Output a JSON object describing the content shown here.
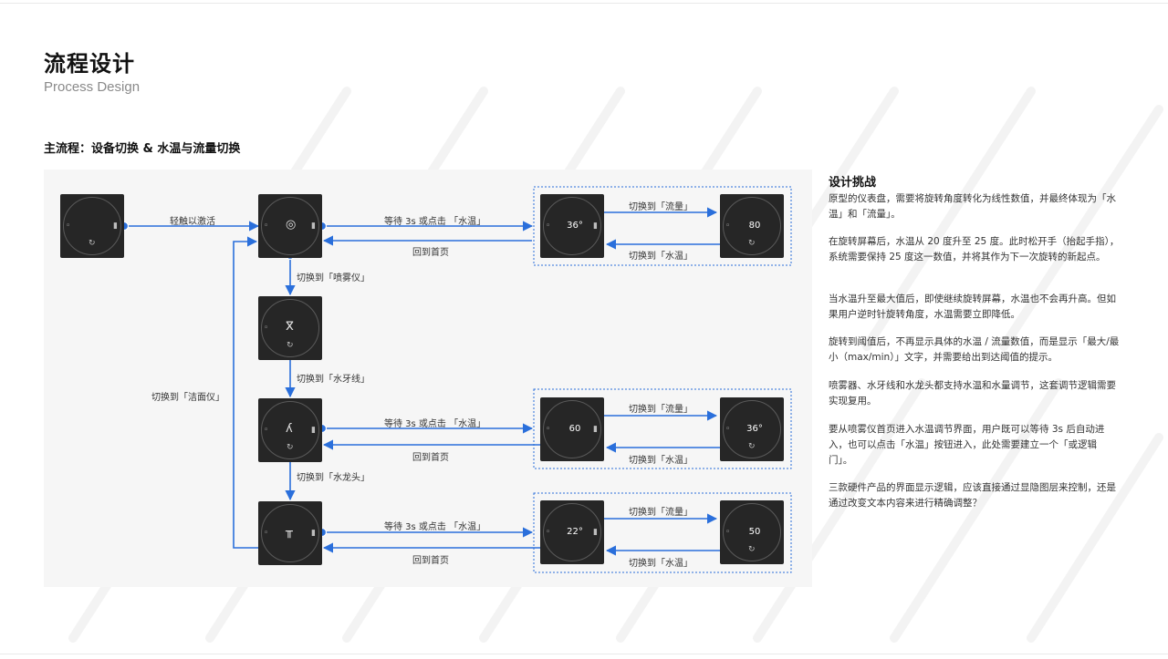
{
  "header": {
    "title": "流程设计",
    "subtitle": "Process Design"
  },
  "section_title": "主流程：设备切换 & 水温与流量切换",
  "labels": {
    "tap_activate": "轻触以激活",
    "wait_or_tap_temp": "等待 3s 或点击 「水温」",
    "back_home": "回到首页",
    "to_flow": "切换到「流量」",
    "to_temp": "切换到「水温」",
    "to_sprayer": "切换到「喷雾仪」",
    "to_water_floss": "切换到「水牙线」",
    "to_faucet": "切换到「水龙头」",
    "to_cleanser": "切换到「洁面仪」"
  },
  "readings": {
    "r1_temp": "36°",
    "r1_flow": "80",
    "r2_temp": "60",
    "r2_flow": "36°",
    "r3_temp": "22°",
    "r3_flow": "50"
  },
  "panel": {
    "title": "设计挑战",
    "paragraphs": [
      "原型的仪表盘，需要将旋转角度转化为线性数值，并最终体现为「水温」和「流量」。",
      "在旋转屏幕后，水温从 20 度升至 25 度。此时松开手（抬起手指），系统需要保持 25 度这一数值，并将其作为下一次旋转的新起点。",
      "当水温升至最大值后，即使继续旋转屏幕，水温也不会再升高。但如果用户逆时针旋转角度，水温需要立即降低。",
      "旋转到阈值后，不再显示具体的水温 / 流量数值，而是显示「最大/最小（max/min）」文字，并需要给出到达阈值的提示。",
      "喷雾器、水牙线和水龙头都支持水温和水量调节，这套调节逻辑需要实现复用。",
      "要从喷雾仪首页进入水温调节界面，用户既可以等待 3s 后自动进入，也可以点击「水温」按钮进入，此处需要建立一个「或逻辑门」。",
      "三款硬件产品的界面显示逻辑，应该直接通过显隐图层来控制，还是通过改变文本内容来进行精确调整？"
    ]
  },
  "colors": {
    "accent": "#2a6fdb",
    "device": "#262626",
    "canvas": "#f6f6f6"
  }
}
